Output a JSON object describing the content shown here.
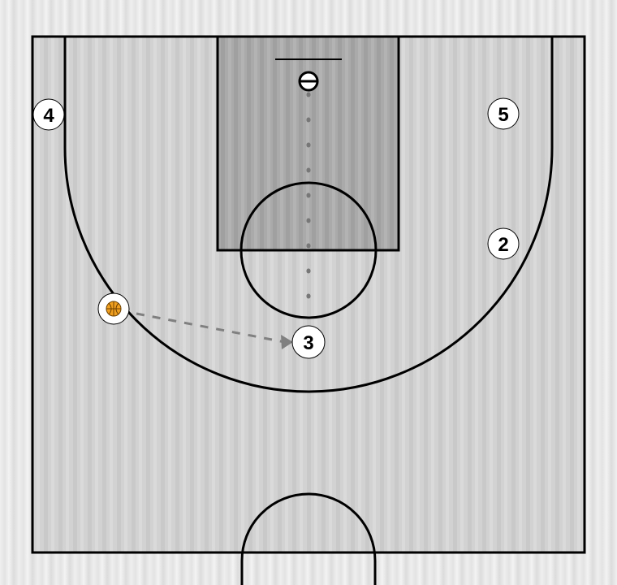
{
  "diagram": {
    "players": [
      {
        "id": "player-4",
        "label": "4"
      },
      {
        "id": "player-5",
        "label": "5"
      },
      {
        "id": "player-2",
        "label": "2"
      },
      {
        "id": "player-3",
        "label": "3"
      }
    ],
    "ball_handler": {
      "id": "player-1",
      "icon": "basketball-icon"
    },
    "actions": [
      {
        "type": "pass",
        "from": "player-1",
        "to": "player-3",
        "style": "dashed-arrow"
      },
      {
        "type": "screen-line",
        "from": "rim",
        "to": "player-3",
        "style": "dotted"
      }
    ],
    "colors": {
      "court_lines": "#000000",
      "paint": "#aaaaaa",
      "pass_line": "#808080",
      "ball": "#f0a020"
    }
  }
}
